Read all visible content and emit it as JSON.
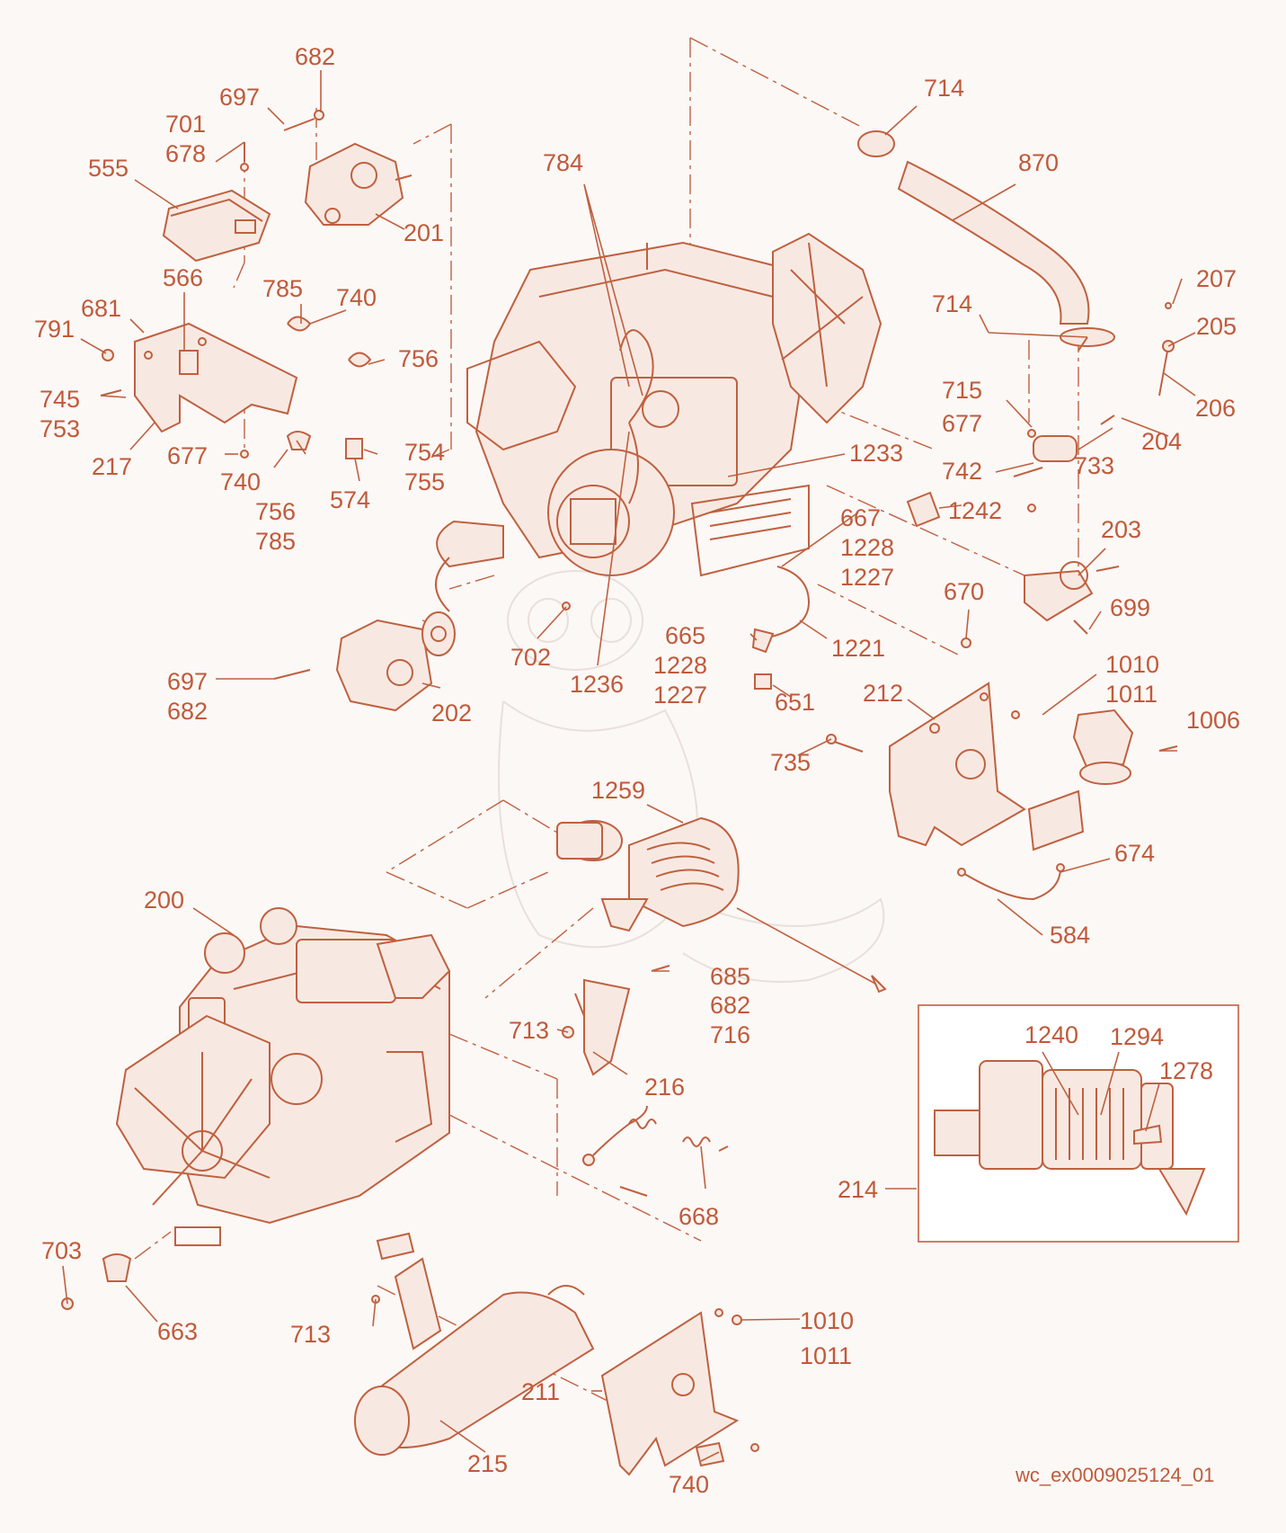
{
  "diagram": {
    "caption": "wc_ex0009025124_01",
    "accent_color": "#c05a3a",
    "labels": {
      "l682a": "682",
      "l697a": "697",
      "l701": "701",
      "l678": "678",
      "l555": "555",
      "l201": "201",
      "l784": "784",
      "l714a": "714",
      "l870": "870",
      "l566": "566",
      "l785a": "785",
      "l740a": "740",
      "l681": "681",
      "l791": "791",
      "l756a": "756",
      "l745": "745",
      "l753": "753",
      "l217": "217",
      "l677a": "677",
      "l754": "754",
      "l755": "755",
      "l740b": "740",
      "l574": "574",
      "l756b": "756",
      "l785b": "785",
      "l714b": "714",
      "l207": "207",
      "l205": "205",
      "l206": "206",
      "l715": "715",
      "l677b": "677",
      "l204": "204",
      "l742": "742",
      "l733": "733",
      "l1233": "1233",
      "l667": "667",
      "l1242": "1242",
      "l1228a": "1228",
      "l1227a": "1227",
      "l203": "203",
      "l670": "670",
      "l699": "699",
      "l665": "665",
      "l1221": "1221",
      "l1228b": "1228",
      "l1227b": "1227",
      "l702": "702",
      "l1236": "1236",
      "l697b": "697",
      "l682b": "682",
      "l202": "202",
      "l651": "651",
      "l212": "212",
      "l1010a": "1010",
      "l1011a": "1011",
      "l1006": "1006",
      "l735": "735",
      "l1259": "1259",
      "l674": "674",
      "l584": "584",
      "l200": "200",
      "l685": "685",
      "l682c": "682",
      "l716": "716",
      "l713a": "713",
      "l216": "216",
      "l1240": "1240",
      "l1294": "1294",
      "l1278": "1278",
      "l214": "214",
      "l668": "668",
      "l703": "703",
      "l663": "663",
      "l713b": "713",
      "l1010b": "1010",
      "l1011b": "1011",
      "l211": "211",
      "l215": "215",
      "l740c": "740"
    }
  }
}
